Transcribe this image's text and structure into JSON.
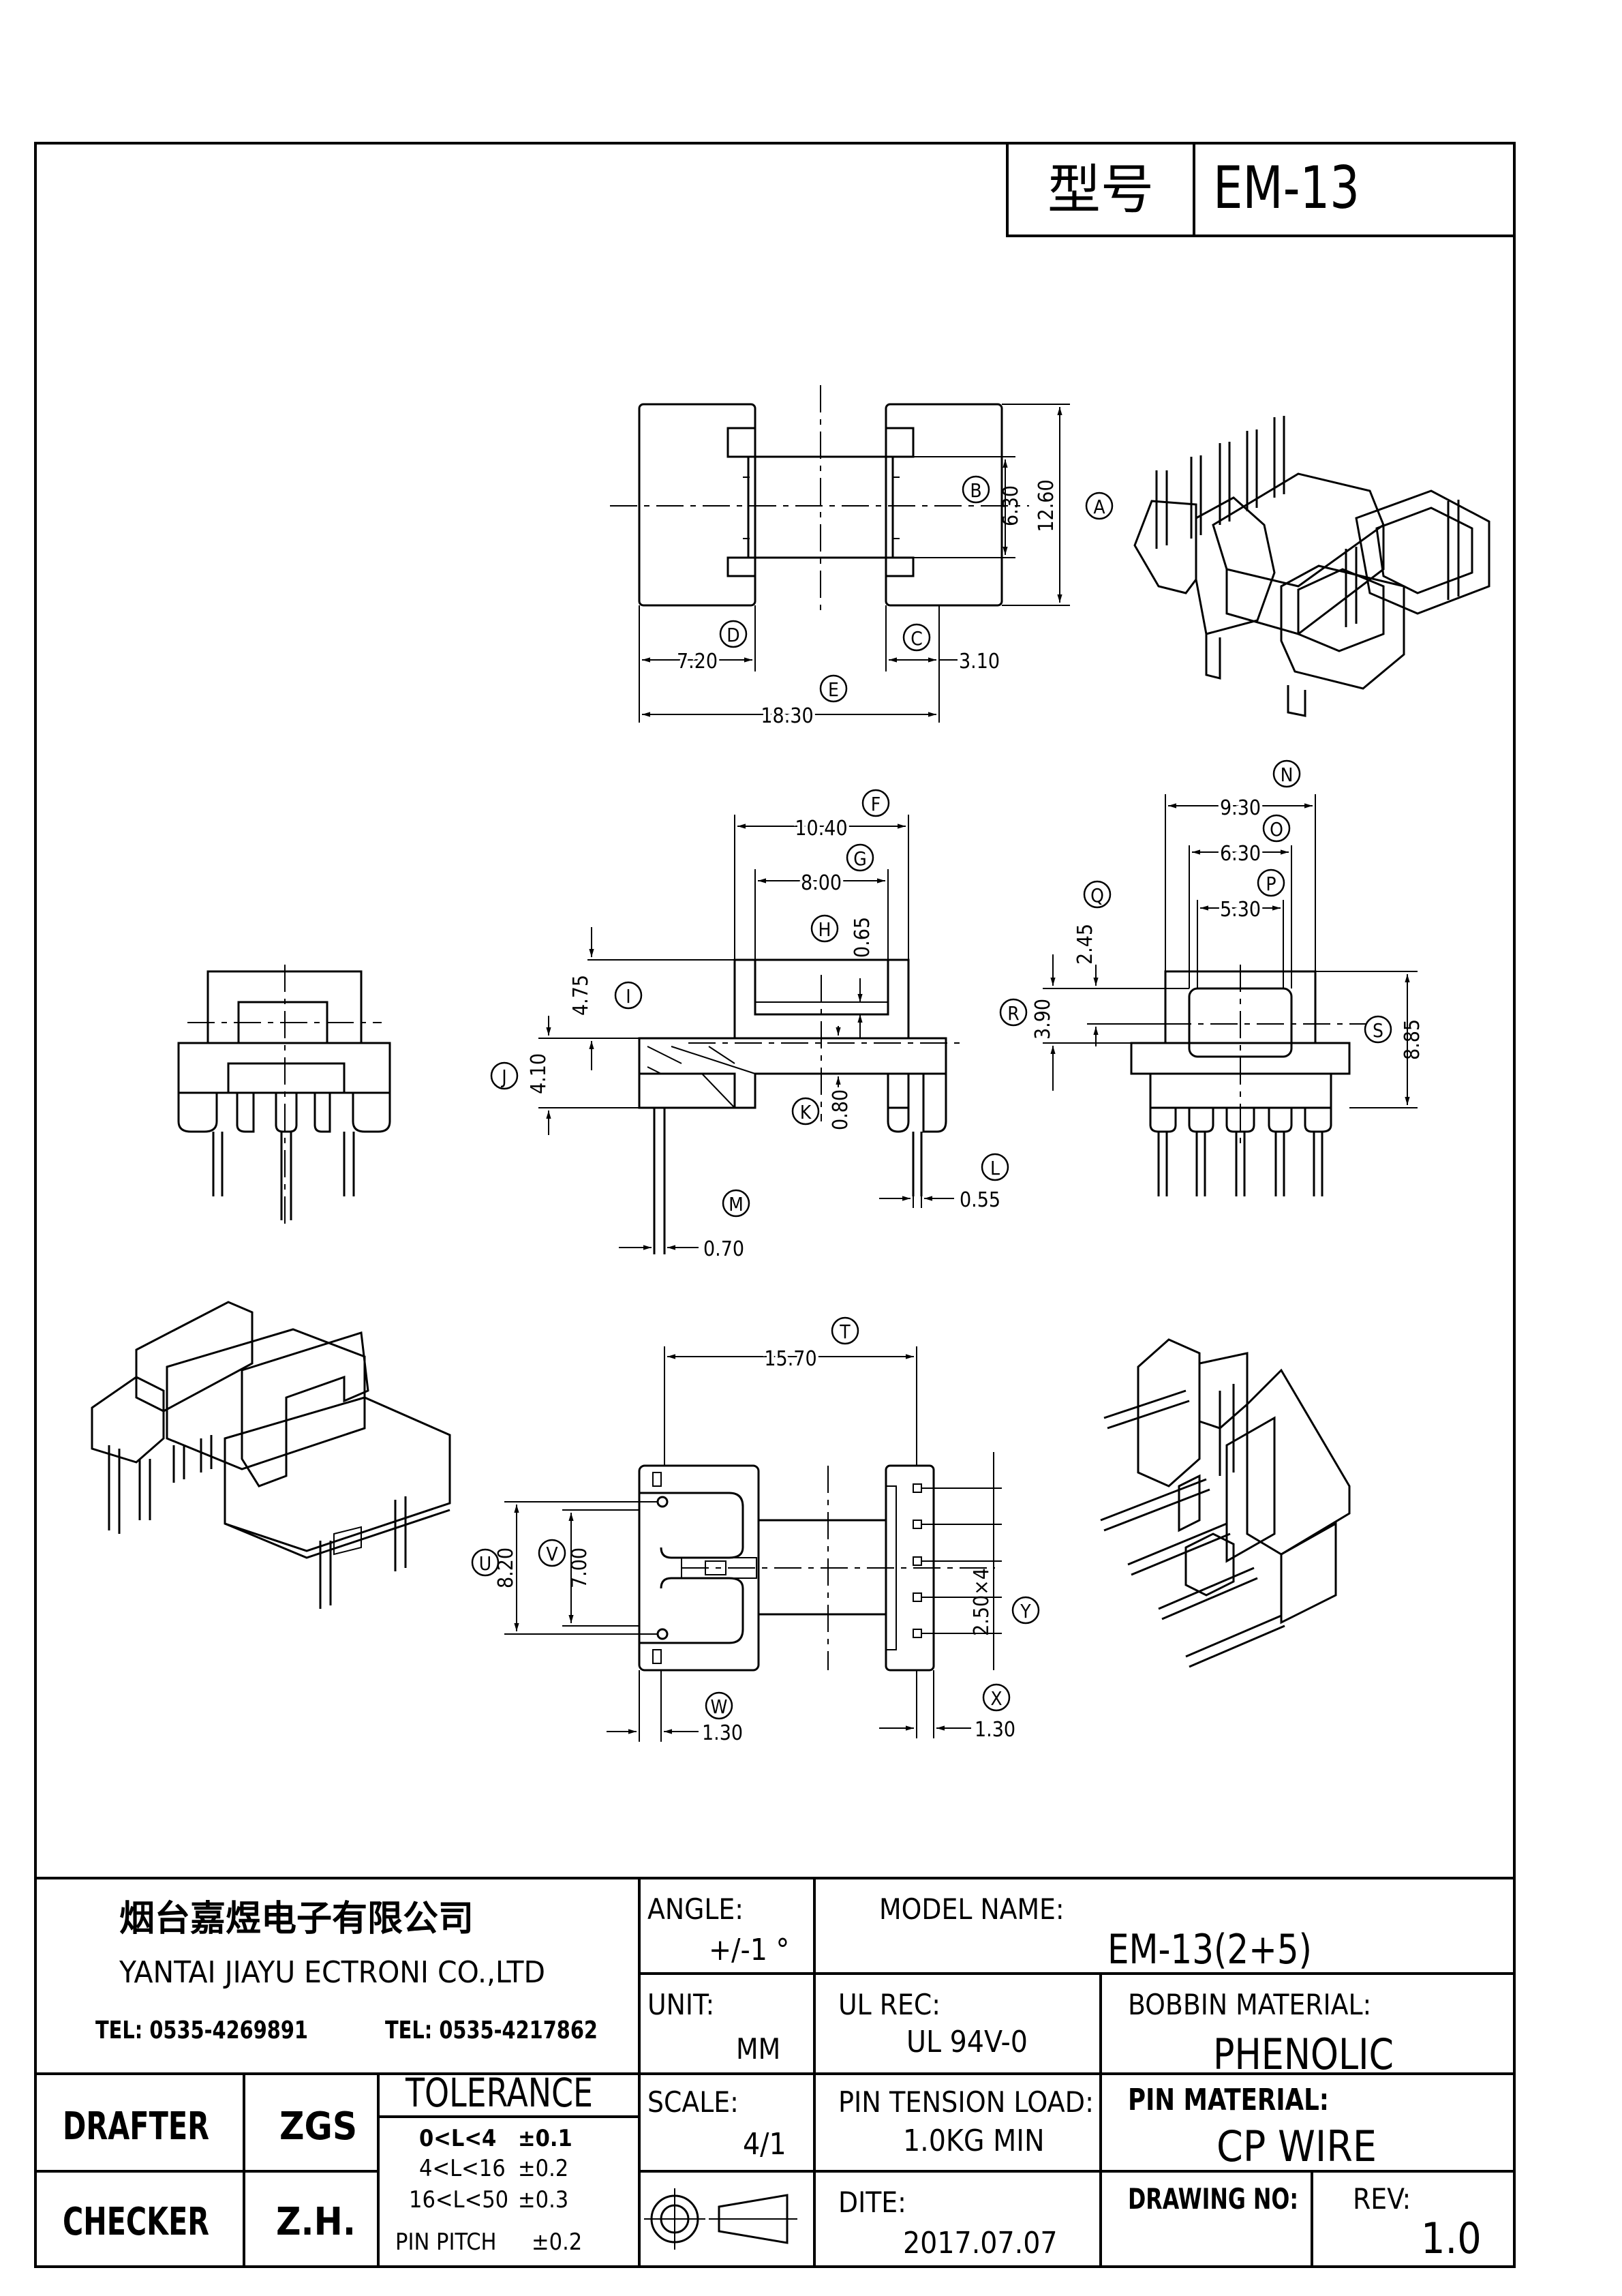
{
  "header": {
    "model_label": "型号",
    "model_value": "EM-13"
  },
  "dimensions": {
    "A": {
      "letter": "A",
      "value": "12.60"
    },
    "B": {
      "letter": "B",
      "value": "6.30"
    },
    "C": {
      "letter": "C",
      "value": "3.10"
    },
    "D": {
      "letter": "D",
      "value": "7.20"
    },
    "E": {
      "letter": "E",
      "value": "18.30"
    },
    "F": {
      "letter": "F",
      "value": "10.40"
    },
    "G": {
      "letter": "G",
      "value": "8.00"
    },
    "H": {
      "letter": "H",
      "value": "0.65"
    },
    "I": {
      "letter": "I",
      "value": "4.75"
    },
    "J": {
      "letter": "J",
      "value": "4.10"
    },
    "K": {
      "letter": "K",
      "value": "0.80"
    },
    "L": {
      "letter": "L",
      "value": "0.55"
    },
    "M": {
      "letter": "M",
      "value": "0.70"
    },
    "N": {
      "letter": "N",
      "value": "9.30"
    },
    "O": {
      "letter": "O",
      "value": "6.30"
    },
    "P": {
      "letter": "P",
      "value": "5.30"
    },
    "Q": {
      "letter": "Q",
      "value": "2.45"
    },
    "R": {
      "letter": "R",
      "value": "3.90"
    },
    "S": {
      "letter": "S",
      "value": "8.85"
    },
    "T": {
      "letter": "T",
      "value": "15.70"
    },
    "U": {
      "letter": "U",
      "value": "8.20"
    },
    "V": {
      "letter": "V",
      "value": "7.00"
    },
    "W": {
      "letter": "W",
      "value": "1.30"
    },
    "X": {
      "letter": "X",
      "value": "1.30"
    },
    "Y": {
      "letter": "Y",
      "value": "2.50×4"
    }
  },
  "title_block": {
    "company_cn": "烟台嘉煜电子有限公司",
    "company_en": "YANTAI JIAYU ECTRONI CO.,LTD",
    "tel1": "TEL: 0535-4269891",
    "tel2": "TEL: 0535-4217862",
    "angle_label": "ANGLE:",
    "angle_value": "+/-1 °",
    "model_name_label": "MODEL NAME:",
    "model_name_value": "EM-13(2+5)",
    "unit_label": "UNIT:",
    "unit_value": "MM",
    "ul_rec_label": "UL REC:",
    "ul_rec_value": "UL 94V-0",
    "bobbin_material_label": "BOBBIN MATERIAL:",
    "bobbin_material_value": "PHENOLIC",
    "drafter_label": "DRAFTER",
    "drafter_value": "ZGS",
    "checker_label": "CHECKER",
    "checker_value": "Z.H.",
    "tolerance_title": "TOLERANCE",
    "tolerance_rows": [
      {
        "range": "0<L<4",
        "tol": "±0.1"
      },
      {
        "range": "4<L<16",
        "tol": "±0.2"
      },
      {
        "range": "16<L<50",
        "tol": "±0.3"
      }
    ],
    "pin_pitch_label": "PIN PITCH",
    "pin_pitch_value": "±0.2",
    "scale_label": "SCALE:",
    "scale_value": "4/1",
    "pin_tension_label": "PIN TENSION LOAD:",
    "pin_tension_value": "1.0KG MIN",
    "pin_material_label": "PIN MATERIAL:",
    "pin_material_value": "CP WIRE",
    "date_label": "DITE:",
    "date_value": "2017.07.07",
    "drawing_no_label": "DRAWING NO:",
    "rev_label": "REV:",
    "rev_value": "1.0"
  }
}
